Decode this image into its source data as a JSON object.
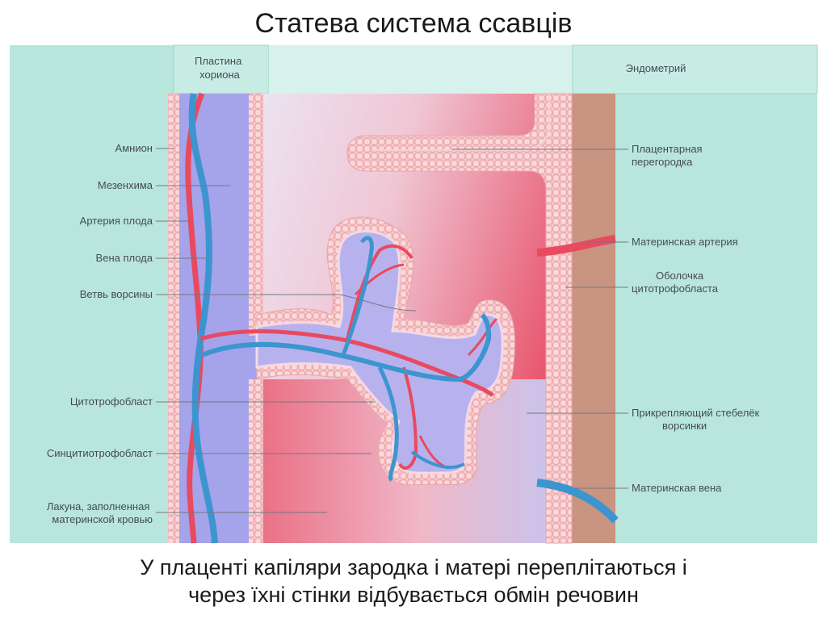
{
  "title": "Статева система ссавців",
  "caption": {
    "line1": "У плаценті капіляри зародка і матері переплітаються і",
    "line2": "через їхні стінки відбувається обмін речовин"
  },
  "diagram": {
    "labels": {
      "chorion_plate": [
        "Пластина",
        "хориона"
      ],
      "endometrium": "Эндометрий",
      "amnion": "Амнион",
      "mesenchyme": "Мезенхима",
      "fetal_artery": "Артерия плода",
      "fetal_vein": "Вена плода",
      "villus_branch": "Ветвь ворсины",
      "cytotrophoblast": "Цитотрофобласт",
      "syncytiotrophoblast": "Синцитиотрофобласт",
      "lacuna": [
        "Лакуна, заполненная",
        "материнской кровью"
      ],
      "placental_septum": [
        "Плацентарная",
        "перегородка"
      ],
      "maternal_artery": "Материнская артерия",
      "cytotrophoblast_shell": [
        "Оболочка",
        "цитотрофобласта"
      ],
      "anchoring_villus": [
        "Прикрепляющий стебелёк",
        "ворсинки"
      ],
      "maternal_vein": "Материнская вена"
    },
    "colors": {
      "background": "#b9e6dc",
      "header_band": "#cdeee6",
      "mesenchyme": "#a4a2ea",
      "lacuna_light": "#f2dce8",
      "lacuna_red": "#ea5f78",
      "endometrium": "#c78f7a",
      "artery": "#e84a5f",
      "vein": "#3d95cf",
      "trophoblast": "#f7c3c5",
      "trophoblast_cell": "#e9a2a5"
    }
  }
}
